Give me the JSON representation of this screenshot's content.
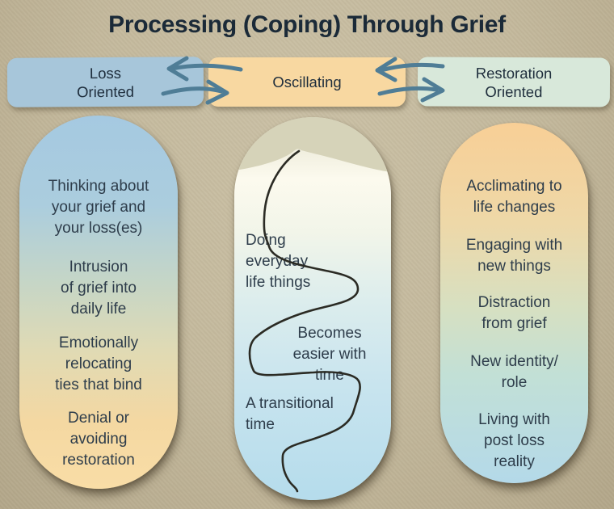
{
  "title": "Processing (Coping) Through Grief",
  "colors": {
    "background": "#c4b99d",
    "title_text": "#1b2a38",
    "box_text": "#1e2d3c",
    "pill_text": "#2e3d4b",
    "arrow": "#4f7d96",
    "squiggle": "#2b2b24",
    "loss_box": "#a7c6da",
    "oscillating_box": "#f8d8a1",
    "restoration_box": "#d8e8da",
    "dome": "#d6d3b9",
    "pill_loss_top": "#a5c9e1",
    "pill_loss_bottom": "#f9dda6",
    "pill_oscillating_top": "#fcfaee",
    "pill_oscillating_bottom": "#b5dcec",
    "pill_restoration_top": "#f8cf96",
    "pill_restoration_bottom": "#b4d9e9"
  },
  "header": {
    "loss_label": "Loss\nOriented",
    "oscillating_label": "Oscillating",
    "restoration_label": "Restoration\nOriented"
  },
  "columns": {
    "loss": {
      "blocks": [
        "Thinking about\nyour grief and\nyour loss(es)",
        "Intrusion\nof grief into\ndaily life",
        "Emotionally\nrelocating\nties that bind",
        "Denial or\navoiding\nrestoration"
      ]
    },
    "oscillating": {
      "blocks": [
        "Doing\neveryday\nlife things",
        "Becomes\neasier with\ntime",
        "A transitional\ntime"
      ]
    },
    "restoration": {
      "blocks": [
        "Acclimating to\nlife changes",
        "Engaging with\nnew things",
        "Distraction\nfrom grief",
        "New identity/\nrole",
        "Living with\npost loss\nreality"
      ]
    }
  }
}
